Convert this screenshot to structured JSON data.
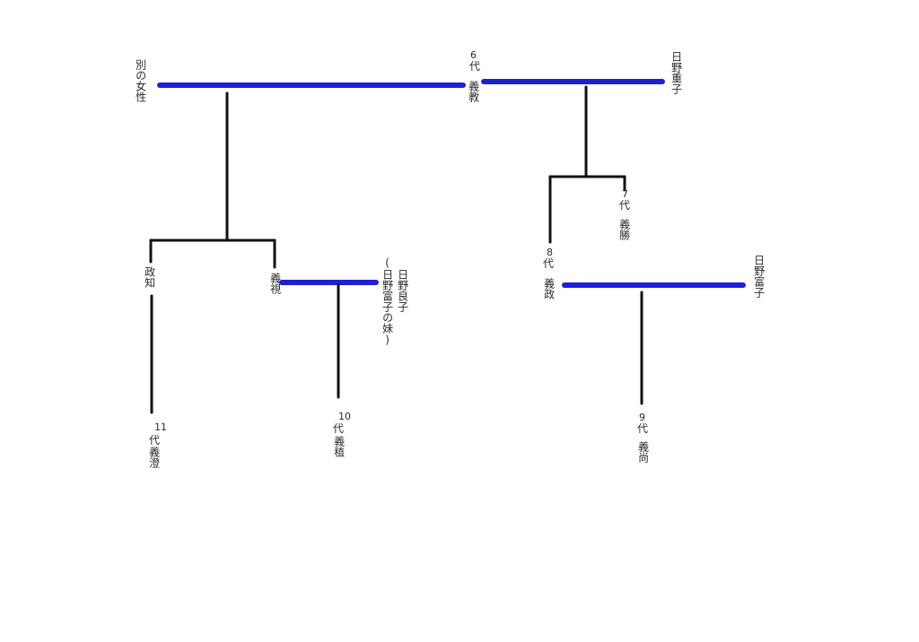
{
  "colors": {
    "marriage": "#1f1fd6",
    "descent": "#111111",
    "text": "#2a2a2a",
    "background": "#ffffff"
  },
  "people": {
    "other_woman": "別の女性",
    "yoshinori_num": "6",
    "yoshinori_dai": "代",
    "yoshinori_name": "義教",
    "hino_shigeko": "日野重子",
    "yoshikatsu_num": "7",
    "yoshikatsu_dai": "代",
    "yoshikatsu_name": "義勝",
    "yoshimasa_num": "8",
    "yoshimasa_dai": "代",
    "yoshimasa_name": "義政",
    "hino_tomiko": "日野富子",
    "masatomo": "政知",
    "yoshimi": "義視",
    "hino_yoshiko": "日野良子",
    "hino_yoshiko_note": "(日野富子の妹)",
    "yoshizumi_num": "11",
    "yoshizumi_dai": "代",
    "yoshizumi_name": "義澄",
    "yoshitane_num": "10",
    "yoshitane_dai": "代",
    "yoshitane_name": "義稙",
    "yoshihisa_num": "9",
    "yoshihisa_dai": "代",
    "yoshihisa_name": "義尚"
  }
}
